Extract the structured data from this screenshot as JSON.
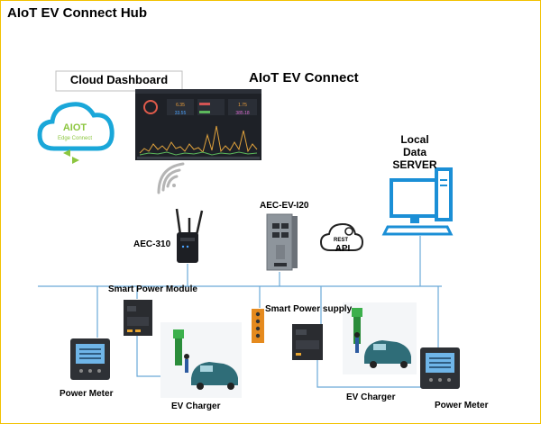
{
  "header": {
    "title": "AIoT EV Connect Hub"
  },
  "cloud": {
    "dashboard_label": "Cloud Dashboard",
    "logo_line1": "AIOT",
    "logo_line2": "Edge Connect"
  },
  "center": {
    "title": "AIoT EV Connect"
  },
  "server": {
    "line1": "Local",
    "line2": "Data",
    "line3": "SERVER"
  },
  "devices": {
    "aec310": "AEC-310",
    "aec_ev_i20": "AEC-EV-I20",
    "rest_top": "REST",
    "rest_bottom": "API",
    "smart_power_module": "Smart Power Module",
    "smart_power_supply": "Smart Power supply",
    "power_meter_left": "Power Meter",
    "power_meter_right": "Power Meter",
    "ev_charger_left": "EV Charger",
    "ev_charger_right": "EV Charger"
  },
  "dashboard": {
    "value1": "6.35",
    "value2": "1.75",
    "value3": "33.55",
    "value4": "385.18"
  },
  "colors": {
    "cloud_blue": "#1aa7d9",
    "leaf_green": "#8cc63f",
    "line_blue": "#6aa9d8",
    "server_blue": "#1b8fd6",
    "frame_yellow": "#f2c200"
  }
}
